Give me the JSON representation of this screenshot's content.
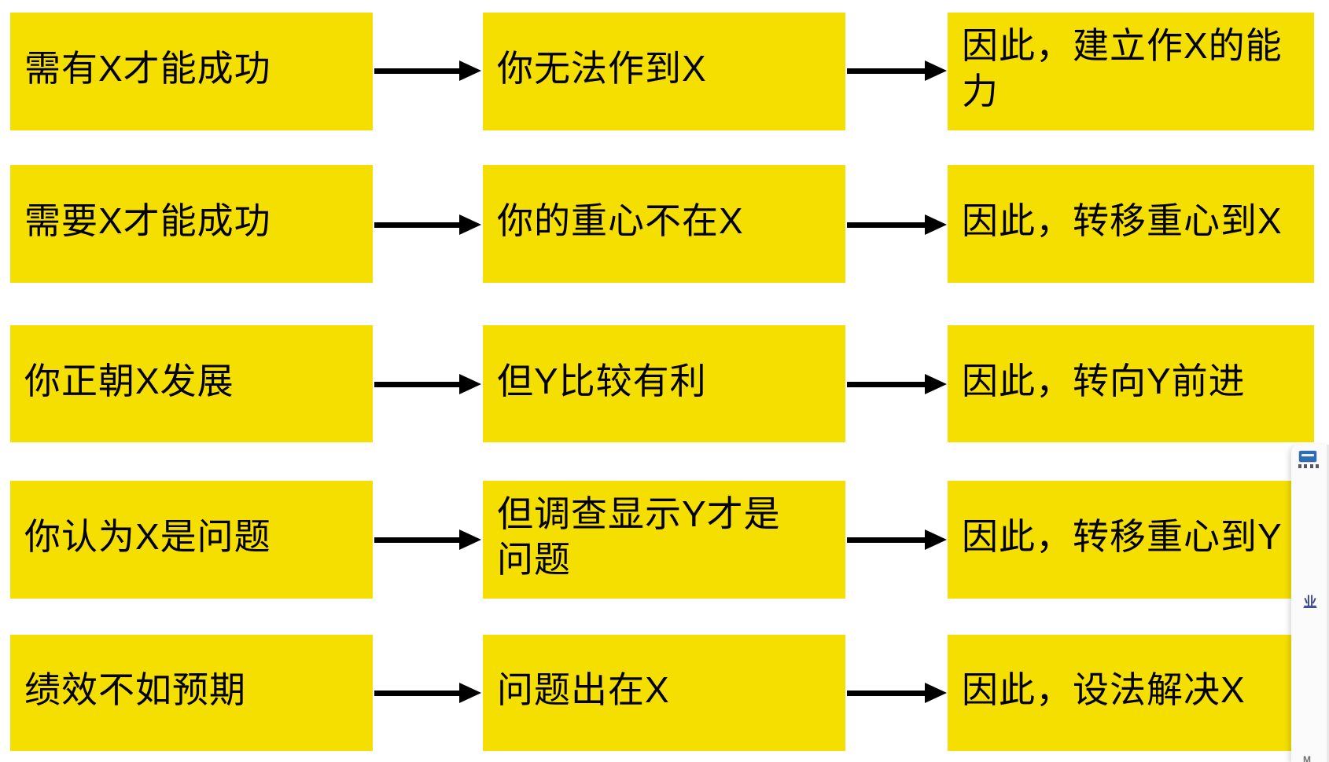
{
  "flowchart": {
    "box_color": "#F5DF00",
    "text_color": "#000000",
    "arrow_color": "#000000",
    "rows": [
      {
        "cells": [
          "需有X才能成功",
          "你无法作到X",
          "因此，建立作X的能力"
        ]
      },
      {
        "cells": [
          "需要X才能成功",
          "你的重心不在X",
          "因此，转移重心到X"
        ]
      },
      {
        "cells": [
          "你正朝X发展",
          "但Y比较有利",
          "因此，转向Y前进"
        ]
      },
      {
        "cells": [
          "你认为X是问题",
          "但调查显示Y才是\n问题",
          "因此，转移重心到Y"
        ]
      },
      {
        "cells": [
          "绩效不如预期",
          "问题出在X",
          "因此，设法解决X"
        ]
      }
    ]
  },
  "side_panel": {
    "business_glyph": "业"
  }
}
